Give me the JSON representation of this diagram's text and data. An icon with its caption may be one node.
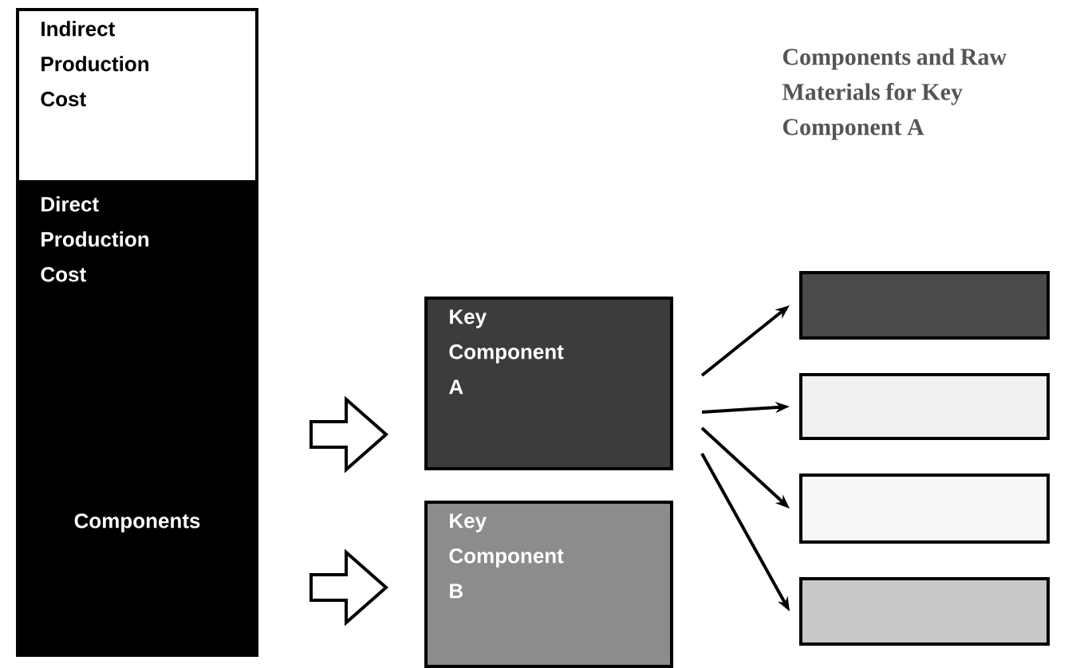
{
  "diagram": {
    "nodes": [
      {
        "text": [
          "Indirect Production Cost"
        ]
      },
      {
        "text": [
          "Direct Production Cost",
          "Components"
        ]
      },
      {
        "text": [
          "Key Component A"
        ]
      },
      {
        "text": [
          "Key Component B"
        ]
      },
      {
        "text": [],
        "shape": "bar"
      },
      {
        "text": [],
        "shape": "bar"
      },
      {
        "text": [],
        "shape": "bar"
      },
      {
        "text": [],
        "shape": "bar"
      }
    ],
    "edges": [
      {
        "from": null,
        "to": 2,
        "arrow": "to"
      },
      {
        "from": null,
        "to": 3,
        "arrow": "to"
      },
      {
        "from": 2,
        "to": 4,
        "arrow": "to"
      },
      {
        "from": 2,
        "to": 5,
        "arrow": "to"
      },
      {
        "from": 2,
        "to": 6,
        "arrow": "to"
      },
      {
        "from": 2,
        "to": 7,
        "arrow": "to"
      }
    ],
    "labels": [
      "Components and Raw Materials for Key Component A"
    ]
  }
}
